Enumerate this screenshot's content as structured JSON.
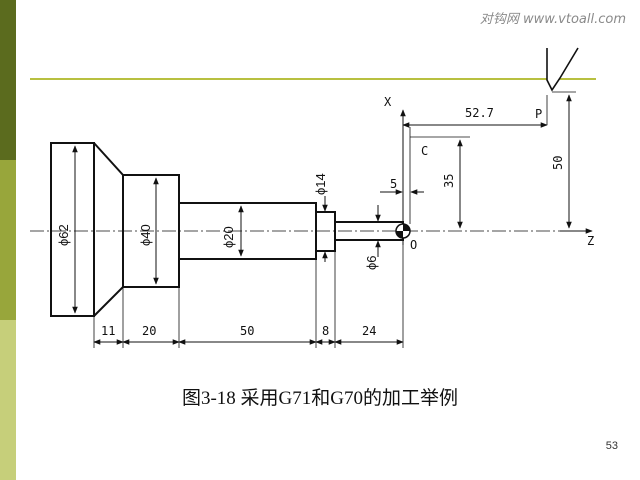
{
  "watermark": "对钩网 www.vtoall.com",
  "caption": "图3-18  采用G71和G70的加工举例",
  "page_number": "53",
  "diagram": {
    "axis_x": "X",
    "axis_z": "Z",
    "origin": "O",
    "point_p": "P",
    "point_c": "C",
    "dims": {
      "d62": "ϕ62",
      "d40": "ϕ40",
      "d20": "ϕ20",
      "d14": "ϕ14",
      "d6": "ϕ6",
      "top_52_7": "52.7",
      "v50": "50",
      "v35": "35",
      "v5": "5",
      "b11": "11",
      "b20": "20",
      "b50": "50",
      "b8": "8",
      "b24": "24"
    }
  },
  "colors": {
    "bar_dark": "#5b6b1e",
    "bar_mid": "#98a63b",
    "bar_light": "#c6cf7a",
    "rule": "#b8c040"
  }
}
